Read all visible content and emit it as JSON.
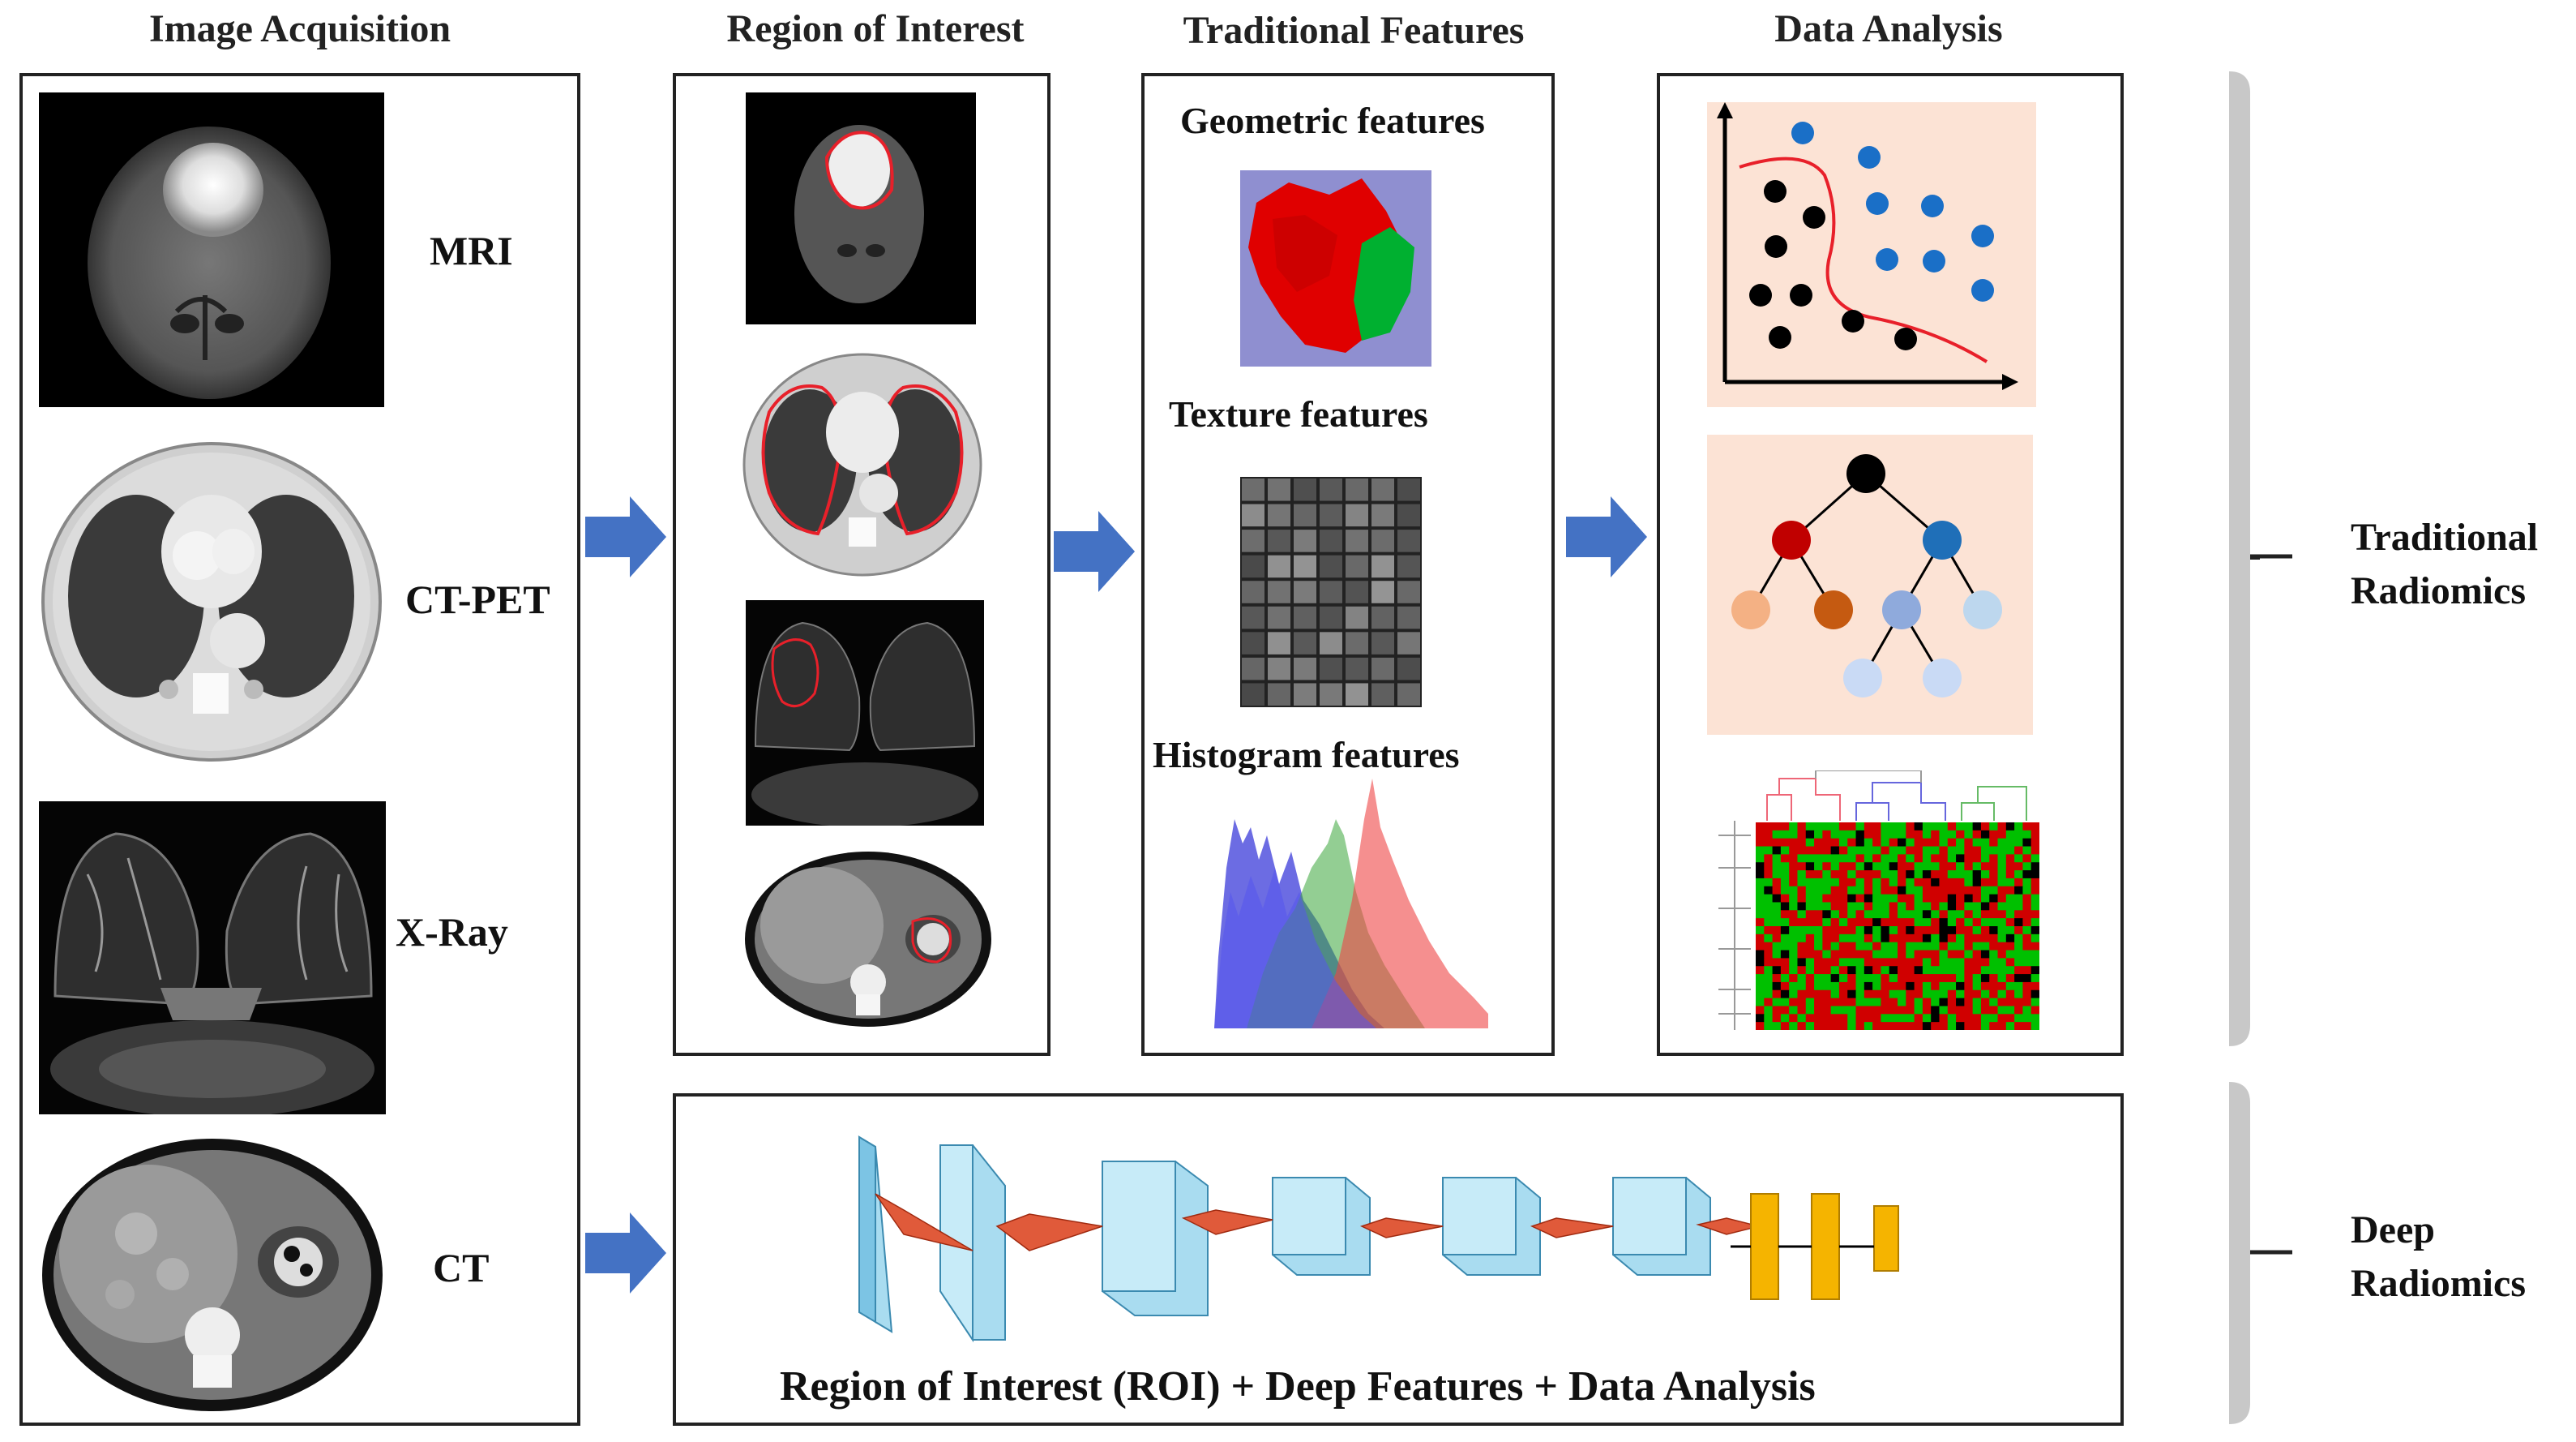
{
  "headers": {
    "acquisition": "Image Acquisition",
    "roi": "Region of Interest",
    "traditional": "Traditional Features",
    "analysis": "Data Analysis"
  },
  "modalities": [
    "MRI",
    "CT-PET",
    "X-Ray",
    "CT"
  ],
  "features": {
    "geometric": "Geometric features",
    "texture": "Texture features",
    "histogram": "Histogram features"
  },
  "side_labels": {
    "traditional": [
      "Traditional",
      "Radiomics"
    ],
    "deep": [
      "Deep",
      "Radiomics"
    ]
  },
  "deep_caption": "Region of Interest (ROI) + Deep Features + Data Analysis",
  "colors": {
    "arrow": "#4472c4",
    "roi_outline": "#e8202a",
    "bracket": "#c8c8c8",
    "cnn_block": "#a9dcf0",
    "fc_block": "#f5b400"
  }
}
